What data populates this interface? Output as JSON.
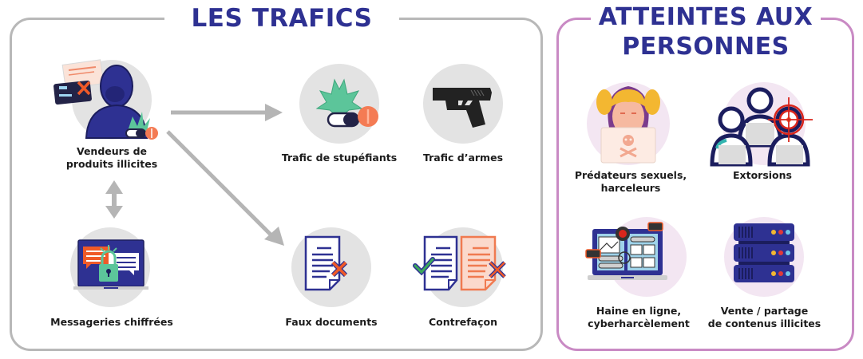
{
  "panels": {
    "trafics": {
      "title": "LES TRAFICS",
      "border_color": "#b8b8b8",
      "items": [
        {
          "id": "vendeurs",
          "label_line1": "Vendeurs de",
          "label_line2": "produits illicites",
          "icon": "hooded-seller-icon"
        },
        {
          "id": "stupefiants",
          "label": "Trafic de stupéfiants",
          "icon": "cannabis-pill-icon"
        },
        {
          "id": "armes",
          "label": "Trafic d’armes",
          "icon": "handgun-icon"
        },
        {
          "id": "messageries",
          "label": "Messageries chiffrées",
          "icon": "encrypted-chat-laptop-icon"
        },
        {
          "id": "faux-documents",
          "label": "Faux documents",
          "icon": "fake-document-icon"
        },
        {
          "id": "contrefacon",
          "label": "Contrefaçon",
          "icon": "counterfeit-documents-icon"
        }
      ],
      "arrows": [
        {
          "from": "vendeurs",
          "to": "stupefiants",
          "type": "one-way"
        },
        {
          "from": "vendeurs",
          "to": "faux-documents",
          "type": "one-way"
        },
        {
          "from": "vendeurs",
          "to": "messageries",
          "type": "two-way"
        }
      ]
    },
    "personnes": {
      "title_line1": "ATTEINTES AUX",
      "title_line2": "PERSONNES",
      "border_color": "#c98ac4",
      "items": [
        {
          "id": "predateurs",
          "label_line1": "Prédateurs sexuels,",
          "label_line2": "harceleurs",
          "icon": "predator-laptop-icon"
        },
        {
          "id": "extorsions",
          "label": "Extorsions",
          "icon": "target-people-icon"
        },
        {
          "id": "haine",
          "label_line1": "Haine en ligne,",
          "label_line2": "cyberharcèlement",
          "icon": "hate-laptop-icon"
        },
        {
          "id": "vente",
          "label_line1": "Vente / partage",
          "label_line2": "de contenus illicites",
          "icon": "server-rack-icon"
        }
      ]
    }
  },
  "colors": {
    "title": "#2e3192",
    "navy": "#2e3192",
    "orange": "#f05a28",
    "green": "#5cc59a",
    "arrow": "#b5b5b5",
    "circle_gray": "#e3e3e3",
    "circle_pink": "#f3e6f2"
  }
}
